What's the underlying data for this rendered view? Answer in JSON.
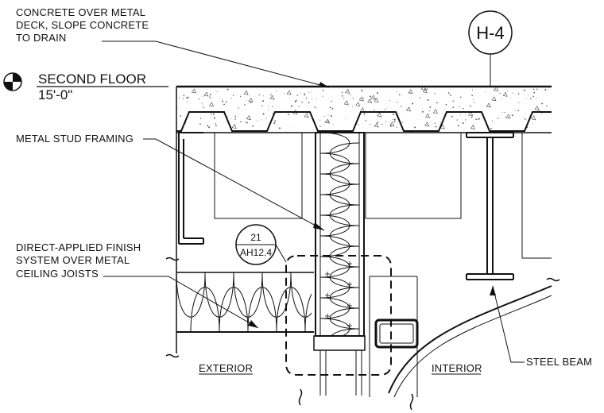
{
  "grid_tag": "H-4",
  "level": {
    "name": "SECOND FLOOR",
    "elevation": "15'-0\""
  },
  "notes": {
    "deck": [
      "CONCRETE OVER METAL",
      "DECK, SLOPE CONCRETE",
      "TO DRAIN"
    ],
    "studs": "METAL STUD FRAMING",
    "finish": [
      "DIRECT-APPLIED FINISH",
      "SYSTEM OVER METAL",
      "CEILING JOISTS"
    ],
    "beam": "STEEL BEAM"
  },
  "detail_ref": {
    "number": "21",
    "sheet": "AH12.4"
  },
  "zones": {
    "exterior": "EXTERIOR",
    "interior": "INTERIOR"
  },
  "icons": [
    "level-marker-icon",
    "break-line-icon",
    "grid-bubble-icon"
  ]
}
